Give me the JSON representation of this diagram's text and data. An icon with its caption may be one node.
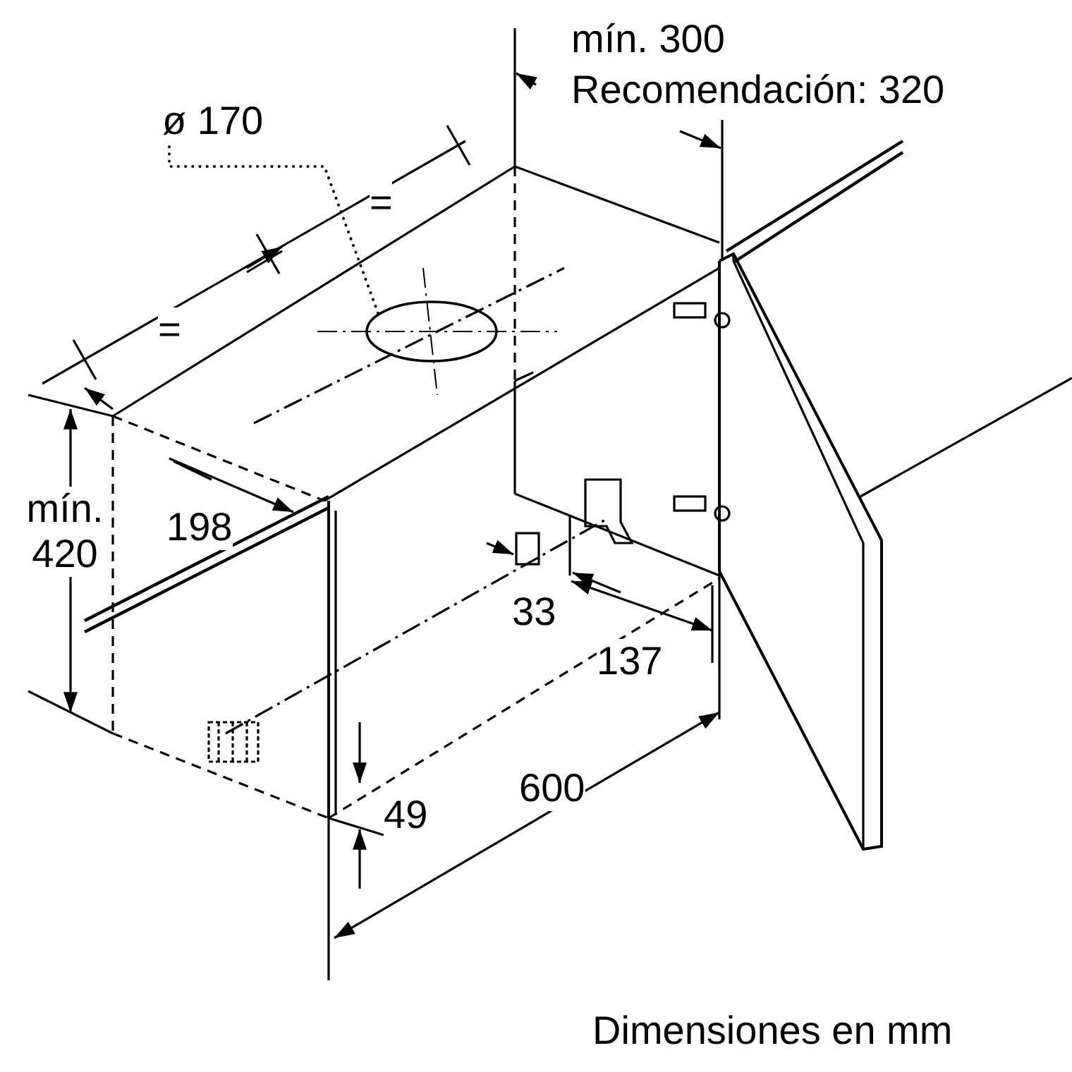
{
  "diagram": {
    "nodes": [
      {
        "text": [
          "ø 170"
        ]
      },
      {
        "text": [],
        "shape": "circle"
      }
    ],
    "edges": [
      {
        "from": 0,
        "to": 1,
        "arrow": "none",
        "style": "dashed"
      }
    ],
    "labels": [
      "mín. 300",
      "Recomendación: 320",
      "=",
      "=",
      "mín. 420",
      "198",
      "33",
      "137",
      "49",
      "600",
      "Dimensiones en mm"
    ]
  }
}
